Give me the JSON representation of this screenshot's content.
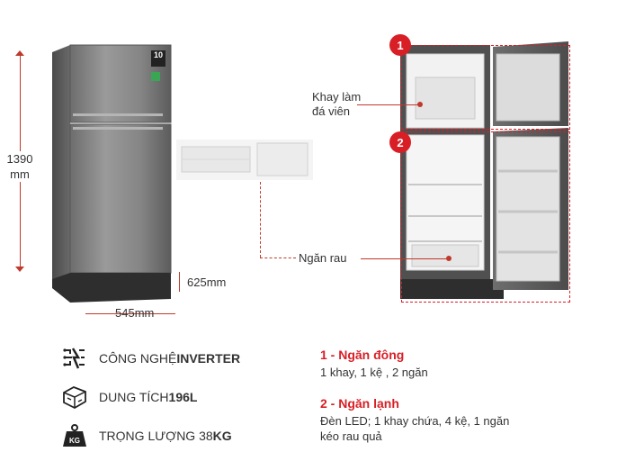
{
  "dimensions": {
    "height_value": "1390",
    "height_unit": "mm",
    "width": "545mm",
    "depth": "625mm"
  },
  "callouts": {
    "ice_tray": "Khay làm\nđá viên",
    "veg_drawer": "Ngăn rau",
    "badge_1": "1",
    "badge_2": "2"
  },
  "features": [
    {
      "icon": "inverter-chip-icon",
      "label": "CÔNG NGHỆ ",
      "value": "INVERTER"
    },
    {
      "icon": "capacity-icon",
      "label": "DUNG TÍCH ",
      "value": "196L"
    },
    {
      "icon": "weight-kg-icon",
      "label": "TRỌNG LƯỢNG 38",
      "value": "KG"
    }
  ],
  "weight_badge_text": "KG",
  "sections": [
    {
      "title": "1 - Ngăn đông",
      "body": "1 khay, 1 kệ , 2 ngăn"
    },
    {
      "title": "2 - Ngăn lạnh",
      "body": "Đèn LED; 1 khay chứa, 4 kệ, 1 ngăn\nkéo rau quả"
    }
  ],
  "fridge_badge": "10"
}
